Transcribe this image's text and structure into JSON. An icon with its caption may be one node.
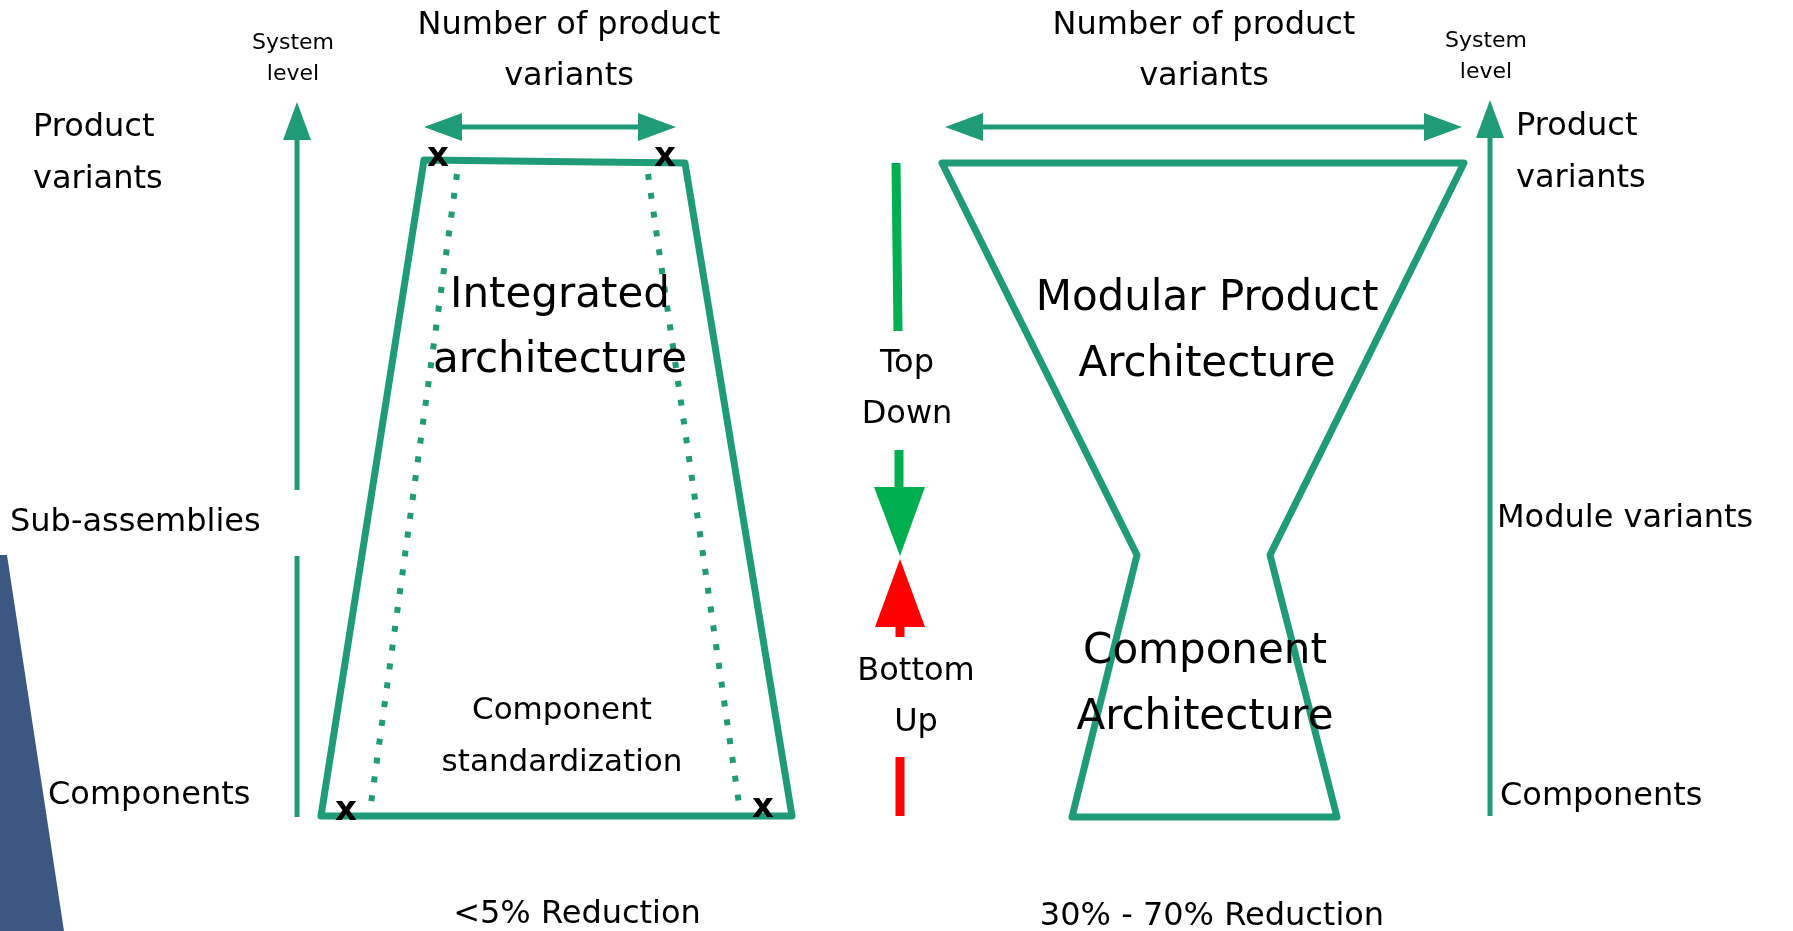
{
  "diagram": {
    "nodes": [
      {
        "text": [
          "Integrated architecture",
          "Component standardization"
        ]
      },
      {
        "text": [
          "Modular Product Architecture",
          "Component Architecture"
        ]
      }
    ],
    "labels": [
      "System level",
      "Number of product variants",
      "Number of product variants",
      "System level",
      "Product variants",
      "Product variants",
      "x",
      "x",
      "Top Down",
      "Sub-assemblies",
      "Module variants",
      "Bottom Up",
      "Components",
      "x",
      "x",
      "Components",
      "<5% Reduction",
      "30% - 70% Reduction"
    ]
  }
}
